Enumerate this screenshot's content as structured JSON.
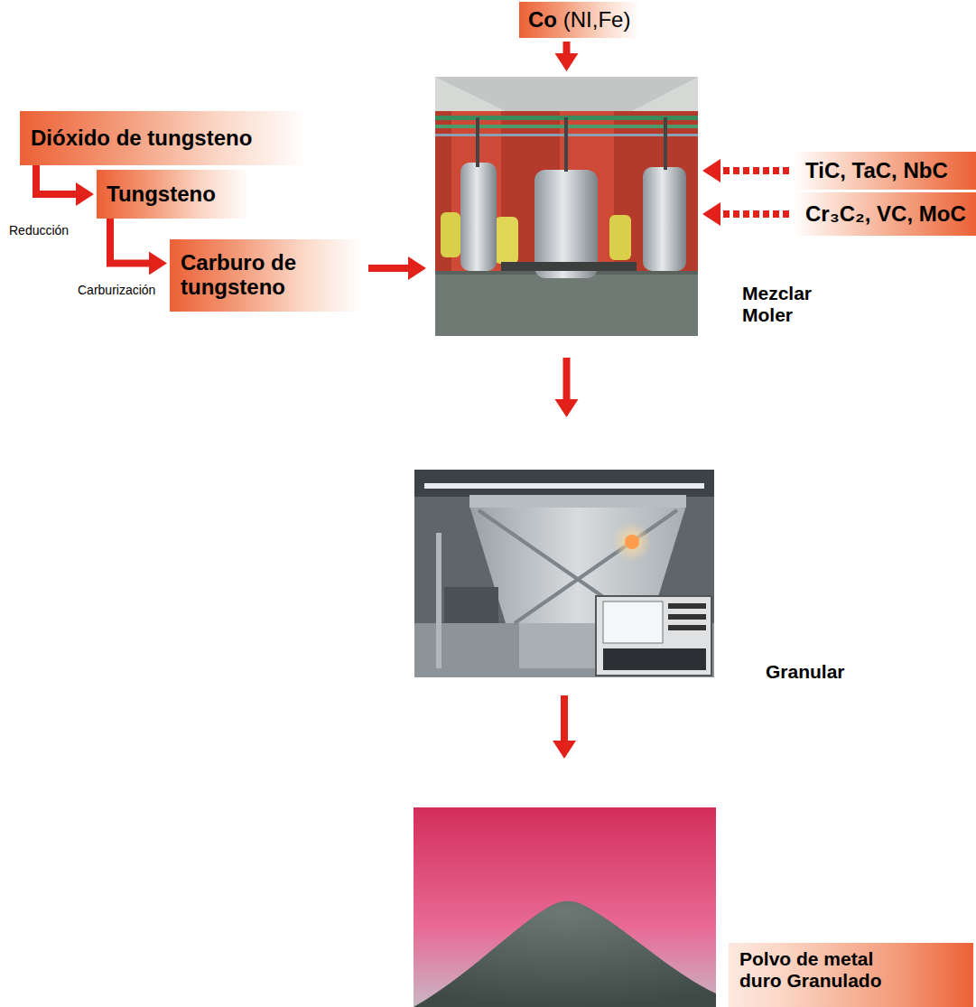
{
  "diagram": {
    "nodes": [
      {
        "text": [
          "Co",
          "(NI,Fe)"
        ]
      },
      {
        "text": [
          "Dióxido de tungsteno"
        ]
      },
      {
        "text": [
          "Tungsteno"
        ]
      },
      {
        "text": [
          "Carburo de tungsteno"
        ]
      },
      {
        "text": [
          "Mezclar Moler"
        ]
      },
      {
        "text": [
          "TiC, TaC, NbC"
        ]
      },
      {
        "text": [
          "Cr₃C₂, VC, MoC"
        ]
      },
      {
        "text": [
          "Granular"
        ]
      },
      {
        "text": [
          "Polvo de metal duro Granulado"
        ]
      }
    ],
    "edges": [
      {
        "from": 0,
        "to": 4,
        "arrow": "to"
      },
      {
        "from": 1,
        "to": 2,
        "arrow": "to"
      },
      {
        "from": 2,
        "to": 3,
        "arrow": "to"
      },
      {
        "from": 3,
        "to": 4,
        "arrow": "to"
      },
      {
        "from": 5,
        "to": 4,
        "arrow": "to"
      },
      {
        "from": 6,
        "to": 4,
        "arrow": "to"
      },
      {
        "from": 4,
        "to": 7,
        "arrow": "to"
      },
      {
        "from": 7,
        "to": 8,
        "arrow": "to"
      }
    ],
    "labels": [
      "Reducción",
      "Carburización"
    ]
  }
}
